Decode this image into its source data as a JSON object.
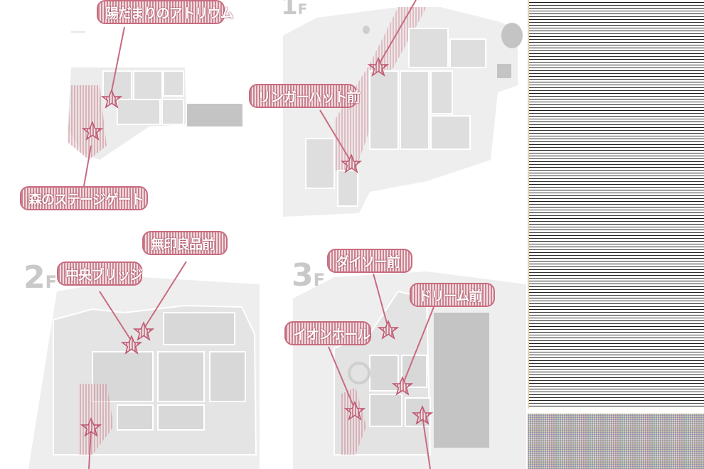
{
  "floors": {
    "f1_left": {
      "label_num": "",
      "label_f": ""
    },
    "f1_right": {
      "label_num": "1",
      "label_f": "F"
    },
    "f2": {
      "label_num": "2",
      "label_f": "F"
    },
    "f3": {
      "label_num": "3",
      "label_f": "F"
    }
  },
  "callouts": {
    "hidamari_atrium": "陽だまりのアトリウム",
    "mori_stage_gate": "森のステージゲート",
    "ringer_hut": "リンガーハット前",
    "muji": "無印良品前",
    "chuo_bridge": "中央ブリッジ",
    "daiso": "ダイソー前",
    "dream": "ドリーム前",
    "aeon_hall": "イオンホール"
  },
  "colors": {
    "map_fill": "#f0f0f0",
    "map_block": "#e2e2e2",
    "map_line": "#ffffff",
    "accent_pink": "#c98490",
    "star": "#d45a72",
    "dark_block": "#c4c4c4"
  }
}
